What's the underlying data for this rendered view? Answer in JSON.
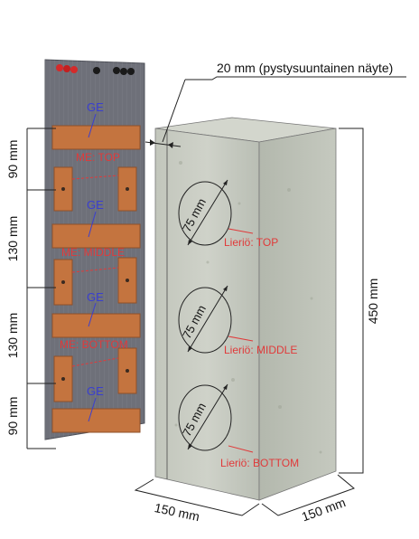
{
  "panel": {
    "ge_label": "GE",
    "me_labels": [
      "ME: TOP",
      "ME: MIDDLE",
      "ME: BOTTOM"
    ]
  },
  "dimensions": {
    "top_note": "20 mm (pystysuuntainen näyte)",
    "height": "450 mm",
    "width": "150 mm",
    "depth": "150 mm",
    "seg_top": "90 mm",
    "seg_upper_mid": "130 mm",
    "seg_lower_mid": "130 mm",
    "seg_bottom": "90 mm"
  },
  "cylinders": {
    "diameter": "75 mm",
    "labels": [
      "Lieriö: TOP",
      "Lieriö: MIDDLE",
      "Lieriö: BOTTOM"
    ]
  },
  "colors": {
    "panel": "#6e7079",
    "electrode": "#c4743f",
    "concrete": "#c4c8bf",
    "red": "#e03a3a",
    "blue": "#3a3fd0"
  }
}
